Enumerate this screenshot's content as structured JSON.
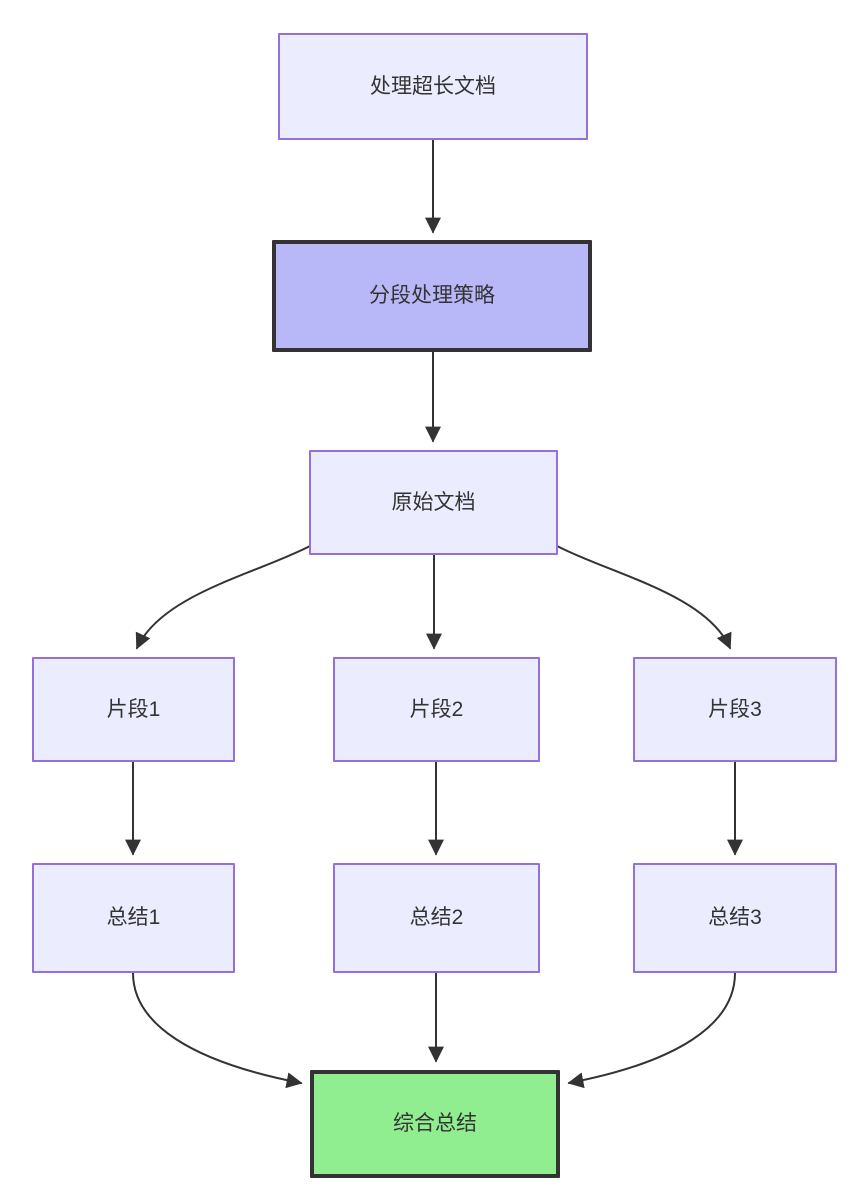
{
  "diagram": {
    "type": "flowchart",
    "direction": "top-down",
    "nodes": {
      "root": {
        "label": "处理超长文档",
        "style": "default"
      },
      "strategy": {
        "label": "分段处理策略",
        "style": "highlight"
      },
      "original": {
        "label": "原始文档",
        "style": "default"
      },
      "fragment1": {
        "label": "片段1",
        "style": "default"
      },
      "fragment2": {
        "label": "片段2",
        "style": "default"
      },
      "fragment3": {
        "label": "片段3",
        "style": "default"
      },
      "summary1": {
        "label": "总结1",
        "style": "default"
      },
      "summary2": {
        "label": "总结2",
        "style": "default"
      },
      "summary3": {
        "label": "总结3",
        "style": "default"
      },
      "final": {
        "label": "综合总结",
        "style": "final"
      }
    },
    "edges": [
      {
        "from": "root",
        "to": "strategy"
      },
      {
        "from": "strategy",
        "to": "original"
      },
      {
        "from": "original",
        "to": "fragment1"
      },
      {
        "from": "original",
        "to": "fragment2"
      },
      {
        "from": "original",
        "to": "fragment3"
      },
      {
        "from": "fragment1",
        "to": "summary1"
      },
      {
        "from": "fragment2",
        "to": "summary2"
      },
      {
        "from": "fragment3",
        "to": "summary3"
      },
      {
        "from": "summary1",
        "to": "final"
      },
      {
        "from": "summary2",
        "to": "final"
      },
      {
        "from": "summary3",
        "to": "final"
      }
    ],
    "colors": {
      "background": "#FFFFFF",
      "node_fill": "#ECECFF",
      "node_border": "#9370DB",
      "highlight_fill": "#B8B8F8",
      "highlight_border": "#333333",
      "final_fill": "#90EE90",
      "final_border": "#333333",
      "edge_stroke": "#333333",
      "text": "#333333"
    }
  }
}
